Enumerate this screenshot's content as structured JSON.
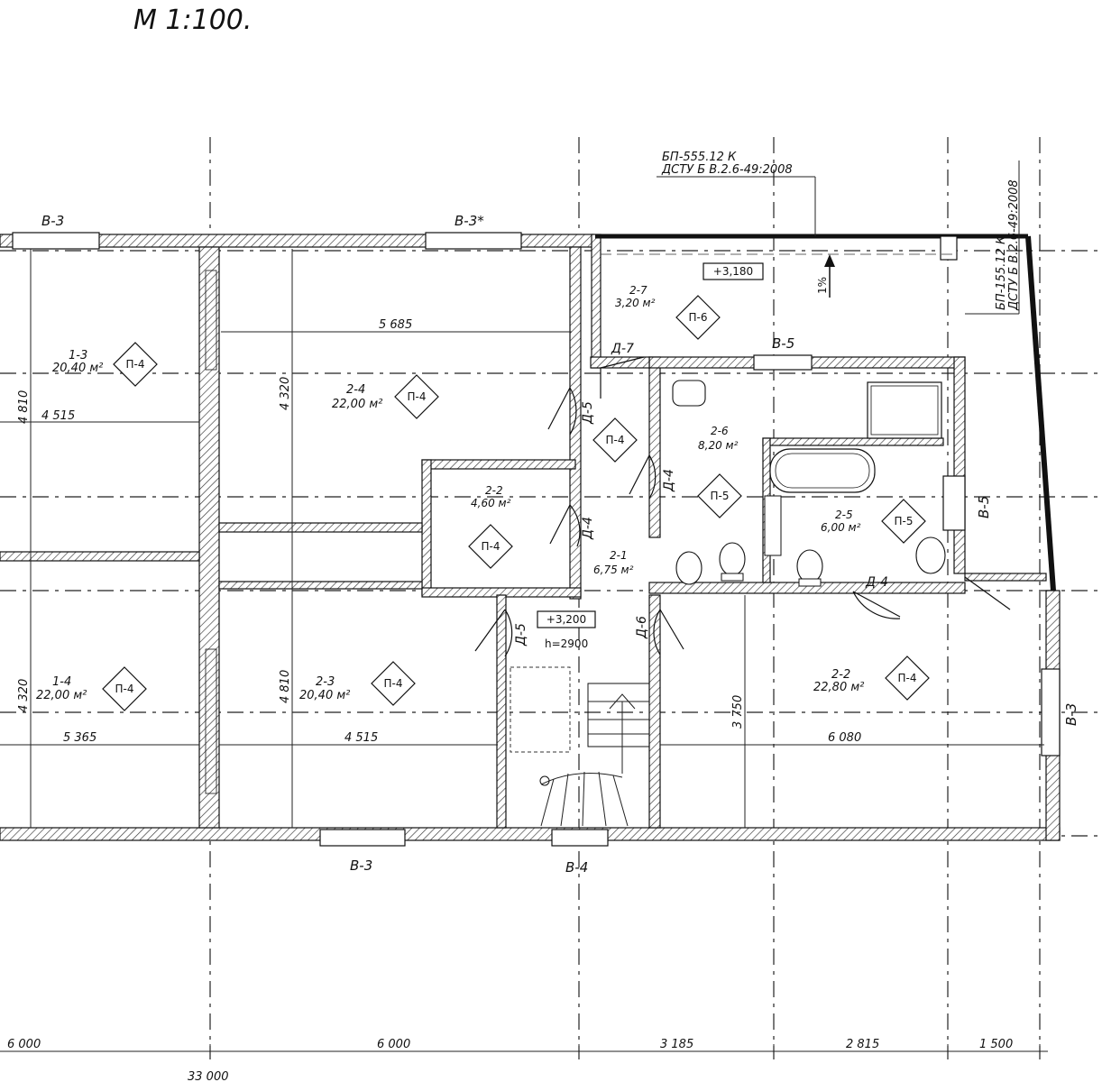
{
  "scale": "М 1:100.",
  "note_top": {
    "line1": "БП-555.12 К",
    "line2": "ДСТУ Б В.2.6-49:2008"
  },
  "note_right": {
    "line1": "БП-155.12 К",
    "line2": "ДСТУ Б В.2.6-49:2008"
  },
  "slope": "1%",
  "rooms": {
    "r13": {
      "id": "1-3",
      "area": "20,40 м²",
      "finish": "П-4"
    },
    "r14": {
      "id": "1-4",
      "area": "22,00 м²",
      "finish": "П-4"
    },
    "r24": {
      "id": "2-4",
      "area": "22,00 м²",
      "finish": "П-4"
    },
    "r23": {
      "id": "2-3",
      "area": "20,40 м²",
      "finish": "П-4"
    },
    "r22a": {
      "id": "2-2",
      "area": "4,60 м²",
      "finish": "П-4"
    },
    "r21": {
      "id": "2-1",
      "area": "6,75 м²",
      "finish": "П-4"
    },
    "r27": {
      "id": "2-7",
      "area": "3,20 м²",
      "finish": "П-6"
    },
    "r26": {
      "id": "2-6",
      "area": "8,20 м²",
      "finish": "П-5"
    },
    "r25": {
      "id": "2-5",
      "area": "6,00 м²",
      "finish": "П-5"
    },
    "r22b": {
      "id": "2-2",
      "area": "22,80 м²",
      "finish": "П-4"
    }
  },
  "levels": {
    "terrace": "+3,180",
    "hall": "+3,200",
    "height": "h=2900"
  },
  "windows": {
    "w1": "В-3",
    "w2": "В-3*",
    "w3": "В-5",
    "w4": "В-5",
    "w5": "В-3",
    "w6": "В-3",
    "w7": "В-4"
  },
  "doors": {
    "d7": "Д-7",
    "d5a": "Д-5",
    "d4a": "Д-4",
    "d4b": "Д-4",
    "d4c": "Д-4",
    "d5b": "Д-5",
    "d6": "Д-6"
  },
  "inner_dims": {
    "d5685": "5 685",
    "d4320a": "4 320",
    "d4810a": "4 810",
    "d4515a": "4 515",
    "d4320b": "4 320",
    "d5365": "5 365",
    "d4810b": "4 810",
    "d4515b": "4 515",
    "d3750": "3 750",
    "d6080": "6 080"
  },
  "axis_dims": {
    "a1": "6 000",
    "a2": "6 000",
    "a3": "3 185",
    "a4": "2 815",
    "a5": "1 500",
    "total": "33 000"
  }
}
